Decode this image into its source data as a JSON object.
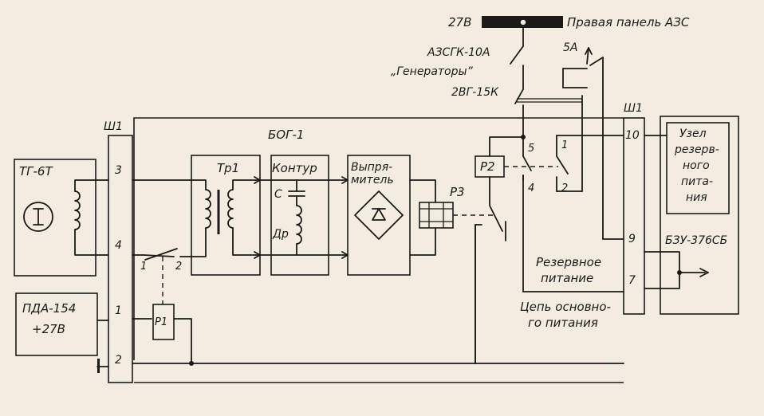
{
  "bus": {
    "voltage": "27В",
    "panel": "Правая панель АЗС"
  },
  "breakers": {
    "azs": "АЗСГК-10А",
    "azs_caption": "„Генераторы”",
    "switch": "2ВГ-15К",
    "fuse": "5А"
  },
  "connector": {
    "name": "Ш1",
    "pins_left": [
      "3",
      "4",
      "1",
      "2"
    ],
    "pins_right": [
      "10",
      "9",
      "7"
    ]
  },
  "block": {
    "title": "БОГ-1"
  },
  "generator": {
    "name": "ТГ-6Т"
  },
  "sensor": {
    "line1": "ПДА-154",
    "line2": "+27В"
  },
  "components": {
    "transformer": "Тр1",
    "circuit": "Контур",
    "capacitor": "С",
    "choke": "Др",
    "rectifier_line1": "Выпря-",
    "rectifier_line2": "митель",
    "relay1": "Р1",
    "relay2": "Р2",
    "relay3": "Р3"
  },
  "contacts": {
    "p1_left": "1",
    "p1_right": "2",
    "p2_top": "5",
    "p2_bottom": "4",
    "sw_top": "1",
    "sw_bottom": "2"
  },
  "reserve_unit": {
    "line1": "Узел",
    "line2": "резерв-",
    "line3": "ного",
    "line4": "пита-",
    "line5": "ния"
  },
  "bzu": {
    "name": "БЗУ-376СБ"
  },
  "notes": {
    "reserve_line1": "Резервное",
    "reserve_line2": "питание",
    "main_line1": "Цепь основно-",
    "main_line2": "го питания"
  }
}
